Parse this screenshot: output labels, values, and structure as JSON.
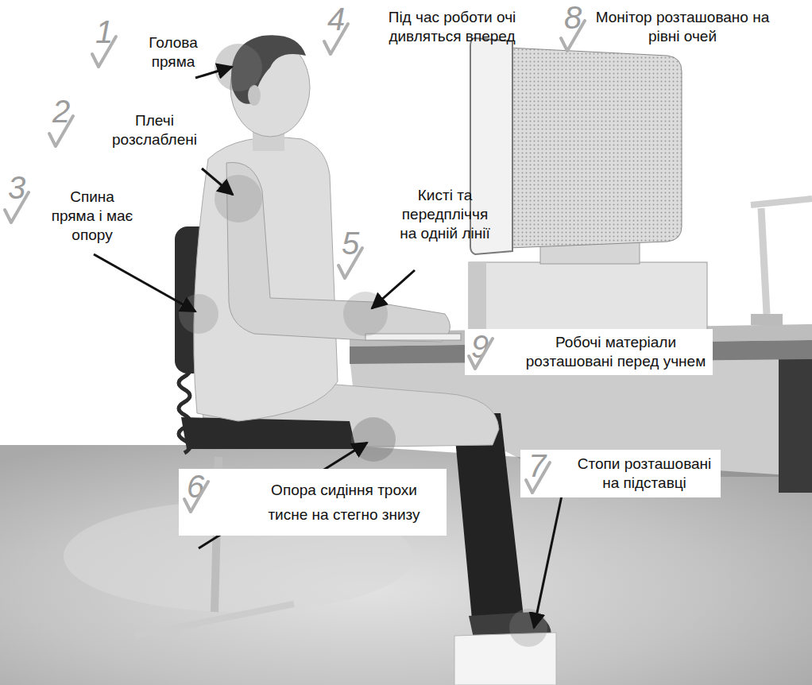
{
  "diagram": {
    "nodes": [
      {
        "text": [
          "9",
          "Робочі матеріали розташовані перед учнем"
        ]
      },
      {
        "text": [
          "7",
          "Стопи розташовані на підставці"
        ]
      },
      {
        "text": [
          "6",
          "Опора сидіння трохи тисне на стегно знизу"
        ]
      }
    ],
    "labels": [
      "1",
      "Голова пряма",
      "2",
      "Плечі розслаблені",
      "3",
      "Спина пряма і має опору",
      "4",
      "Під час роботи очі дивляться вперед",
      "5",
      "Кисті та передпліччя на одній лінії",
      "8",
      "Монітор розташовано на рівні очей"
    ]
  }
}
